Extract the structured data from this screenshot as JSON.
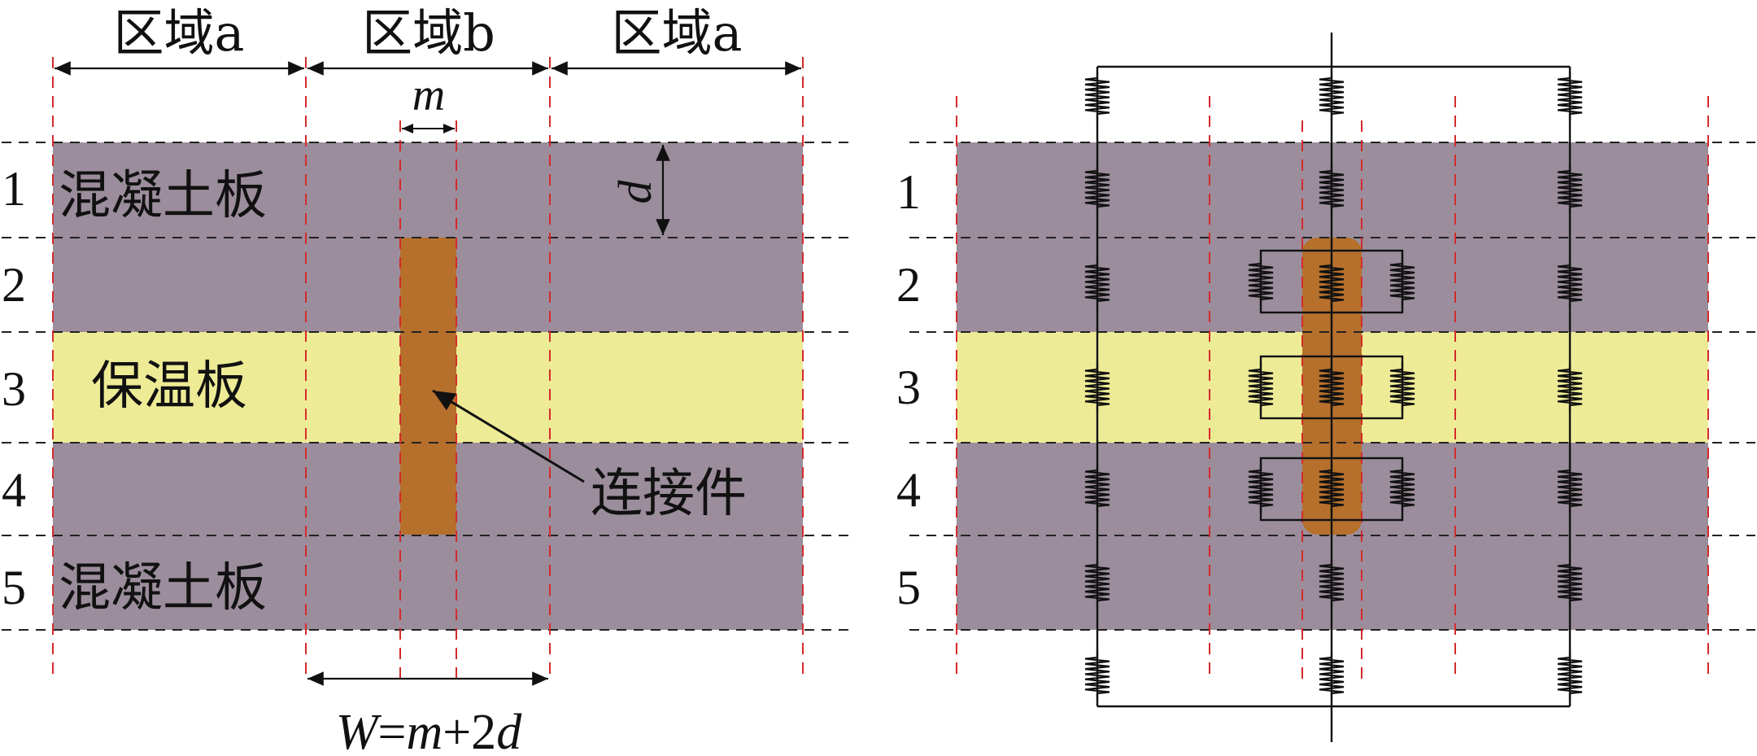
{
  "left_panel": {
    "region_labels": [
      "区域a",
      "区域b",
      "区域a"
    ],
    "row_numbers": [
      "1",
      "2",
      "3",
      "4",
      "5"
    ],
    "layer_top_label": "混凝土板",
    "layer_insulation_label": "保温板",
    "layer_bottom_label": "混凝土板",
    "connector_label": "连接件",
    "dim_m": "m",
    "dim_d": "d",
    "width_formula": {
      "w": "W",
      "eq": "=",
      "m": "m",
      "plus": "+2",
      "d": "d"
    }
  },
  "right_panel": {
    "row_numbers": [
      "1",
      "2",
      "3",
      "4",
      "5"
    ]
  },
  "colors": {
    "concrete": "#9b8d9c",
    "insulation": "#eeeb96",
    "connector": "#b6702c",
    "guide_red": "#d42a2a",
    "guide_dash": "#222222",
    "line": "#111111"
  }
}
